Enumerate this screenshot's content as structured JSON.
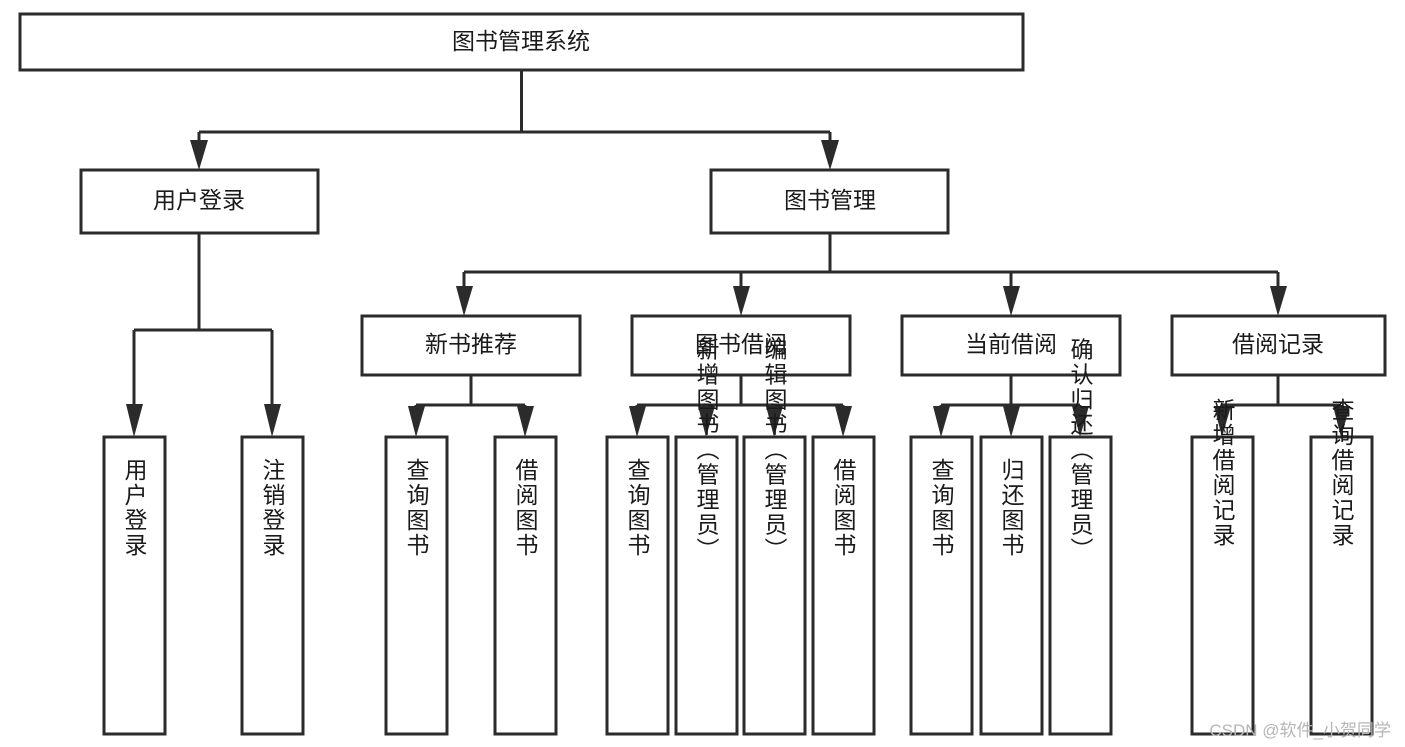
{
  "diagram": {
    "type": "tree-hierarchy",
    "title": "图书管理系统",
    "watermark": "CSDN @软件_小贺同学",
    "colors": {
      "stroke": "#2b2b2b",
      "fill": "#ffffff",
      "text": "#1a1a1a",
      "watermark": "#b6b6b6"
    },
    "levels": {
      "root": {
        "label": "图书管理系统"
      },
      "level2": [
        {
          "label": "用户登录"
        },
        {
          "label": "图书管理"
        }
      ],
      "level3": [
        {
          "label": "新书推荐"
        },
        {
          "label": "图书借阅"
        },
        {
          "label": "当前借阅"
        },
        {
          "label": "借阅记录"
        }
      ],
      "leaves": {
        "user_login": [
          {
            "label": "用户登录"
          },
          {
            "label": "注销登录"
          }
        ],
        "new_book": [
          {
            "label": "查询图书"
          },
          {
            "label": "借阅图书"
          }
        ],
        "book_borrow": [
          {
            "label": "查询图书"
          },
          {
            "label": "新增图书（管理员）"
          },
          {
            "label": "编辑图书（管理员）"
          },
          {
            "label": "借阅图书"
          }
        ],
        "current_borrow": [
          {
            "label": "查询图书"
          },
          {
            "label": "归还图书"
          },
          {
            "label": "确认归还（管理员）"
          }
        ],
        "borrow_record": [
          {
            "label": "新增借阅记录"
          },
          {
            "label": "查询借阅记录"
          }
        ]
      }
    }
  }
}
